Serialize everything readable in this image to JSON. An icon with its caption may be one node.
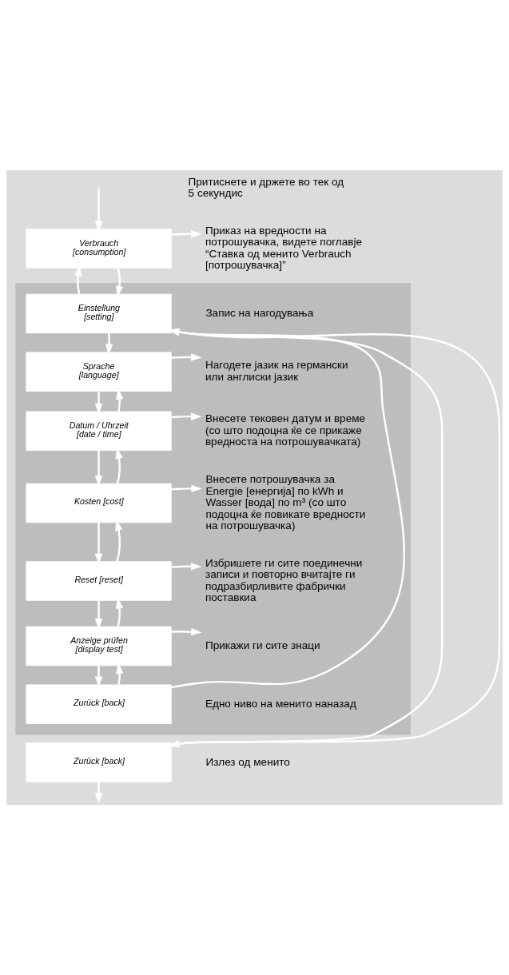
{
  "diagram": {
    "nodes": [
      {
        "text": [
          "Verbrauch [consumption]"
        ]
      },
      {
        "text": [
          "Приказ на вредности на потрошувачка, видете поглавје “Ставка од менито Verbrauch [потрошувачка]”"
        ]
      },
      {
        "text": [],
        "shape": "band"
      },
      {
        "text": [
          "Einstellung [setting]"
        ],
        "in": 2,
        "beside": [
          "Запис на нагодувања"
        ]
      },
      {
        "text": [
          "Sprache [language]"
        ],
        "in": 2
      },
      {
        "text": [
          "Нагодете јазик на германски или англиски јазик"
        ],
        "in": 2
      },
      {
        "text": [
          "Datum / Uhrzeit [date / time]"
        ],
        "in": 2
      },
      {
        "text": [
          "Внесете тековен датум и време (со што подоцна ќе се прикаже вредноста на потрошувачката)"
        ],
        "in": 2
      },
      {
        "text": [
          "Kosten [cost]"
        ],
        "in": 2
      },
      {
        "text": [
          "Внесете потрошувачка за Energie [енергија] по kWh и Wasser [вода] по m³ (со што подоцна ќе повикате вредности на потрошувачка)"
        ],
        "in": 2
      },
      {
        "text": [
          "Reset [reset]"
        ],
        "in": 2
      },
      {
        "text": [
          "Избришете ги сите поединечни записи и повторно вчитајте ги подразбирливите фабрички поставкиа"
        ],
        "in": 2
      },
      {
        "text": [
          "Anzeige prüfen [display test]"
        ],
        "in": 2
      },
      {
        "text": [
          "Прикажи ги сите знаци"
        ],
        "in": 2
      },
      {
        "text": [
          "Zurück [back]"
        ],
        "in": 2,
        "beside": [
          "Едно ниво на менито наназад"
        ]
      },
      {
        "text": [
          "Zurück [back]"
        ],
        "beside": [
          "Излез од менито"
        ]
      }
    ],
    "edges": [
      {
        "from": null,
        "to": 0,
        "arrow": "to"
      },
      {
        "from": 0,
        "to": 1,
        "arrow": "to"
      },
      {
        "from": 0,
        "to": 3,
        "arrow": "to"
      },
      {
        "from": 3,
        "to": 0,
        "arrow": "to"
      },
      {
        "from": 3,
        "to": 15,
        "arrow": "to"
      },
      {
        "from": 15,
        "to": 3,
        "arrow": "to"
      },
      {
        "from": 3,
        "to": 4,
        "arrow": "to"
      },
      {
        "from": 4,
        "to": 5,
        "arrow": "to"
      },
      {
        "from": 4,
        "to": 6,
        "arrow": "to"
      },
      {
        "from": 6,
        "to": 4,
        "arrow": "to"
      },
      {
        "from": 6,
        "to": 7,
        "arrow": "to"
      },
      {
        "from": 6,
        "to": 8,
        "arrow": "to"
      },
      {
        "from": 8,
        "to": 6,
        "arrow": "to"
      },
      {
        "from": 8,
        "to": 9,
        "arrow": "to"
      },
      {
        "from": 8,
        "to": 10,
        "arrow": "to"
      },
      {
        "from": 10,
        "to": 8,
        "arrow": "to"
      },
      {
        "from": 10,
        "to": 11,
        "arrow": "to"
      },
      {
        "from": 10,
        "to": 12,
        "arrow": "to"
      },
      {
        "from": 12,
        "to": 10,
        "arrow": "to"
      },
      {
        "from": 12,
        "to": 13,
        "arrow": "to"
      },
      {
        "from": 12,
        "to": 14,
        "arrow": "to"
      },
      {
        "from": 14,
        "to": 12,
        "arrow": "to"
      },
      {
        "from": 14,
        "to": 3,
        "arrow": "to"
      },
      {
        "from": 15,
        "to": null,
        "arrow": "to"
      }
    ],
    "labels": [
      "Притиснете и држете во тек од 5 секундис"
    ]
  }
}
